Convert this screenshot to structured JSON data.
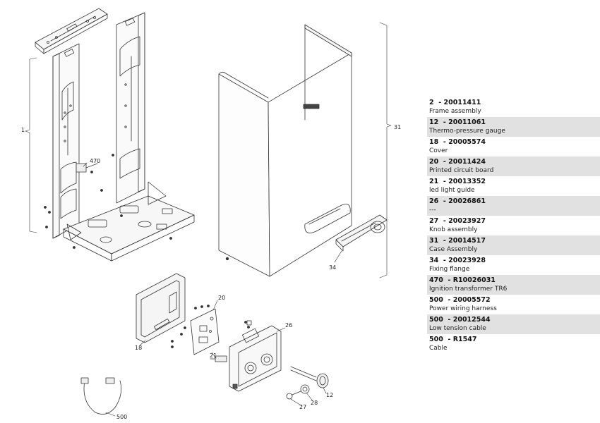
{
  "callouts": {
    "c1": "1",
    "c31": "31",
    "c34": "34",
    "c470": "470",
    "c20": "20",
    "c26": "26",
    "c18": "18",
    "c21": "21",
    "c12": "12",
    "c28": "28",
    "c27": "27",
    "c500": "500"
  },
  "parts": [
    {
      "ref": "2",
      "code": "20011411",
      "description": "Frame assembly"
    },
    {
      "ref": "12",
      "code": "20011061",
      "description": "Thermo-pressure gauge"
    },
    {
      "ref": "18",
      "code": "20005574",
      "description": "Cover"
    },
    {
      "ref": "20",
      "code": "20011424",
      "description": "Printed circuit board"
    },
    {
      "ref": "21",
      "code": "20013352",
      "description": "led light guide"
    },
    {
      "ref": "26",
      "code": "20026861",
      "description": "---"
    },
    {
      "ref": "27",
      "code": "20023927",
      "description": "Knob assembly"
    },
    {
      "ref": "31",
      "code": "20014517",
      "description": "Case Assembly"
    },
    {
      "ref": "34",
      "code": "20023928",
      "description": "Fixing flange"
    },
    {
      "ref": "470",
      "code": "R10026031",
      "description": "Ignition transformer TR6"
    },
    {
      "ref": "500",
      "code": "20005572",
      "description": "Power wiring harness"
    },
    {
      "ref": "500",
      "code": "20012544",
      "description": "Low tension cable"
    },
    {
      "ref": "500",
      "code": "R1547",
      "description": "Cable"
    }
  ]
}
